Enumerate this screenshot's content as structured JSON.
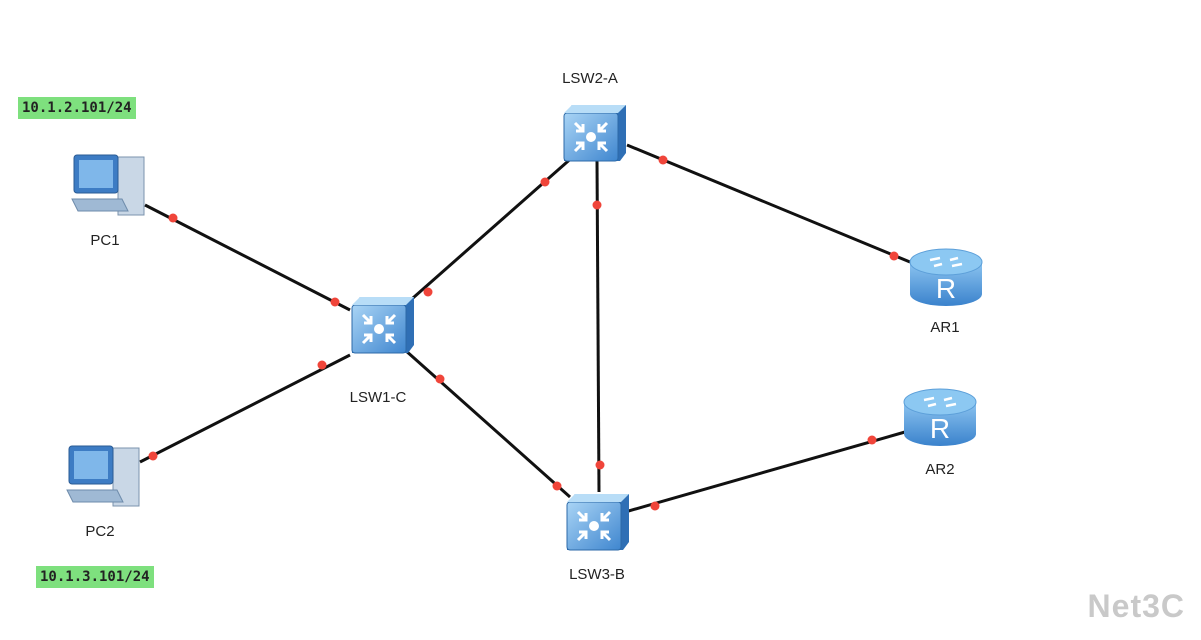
{
  "nodes": {
    "pc1": "PC1",
    "pc2": "PC2",
    "lsw1": "LSW1-C",
    "lsw2": "LSW2-A",
    "lsw3": "LSW3-B",
    "ar1": "AR1",
    "ar2": "AR2"
  },
  "ip_labels": {
    "pc1": "10.1.2.101/24",
    "pc2": "10.1.3.101/24"
  },
  "watermark": "Net3C",
  "colors": {
    "link": "#111111",
    "port_dot": "#f0453a",
    "ip_bg": "#7ee07e",
    "device": "#5b9bd5"
  }
}
